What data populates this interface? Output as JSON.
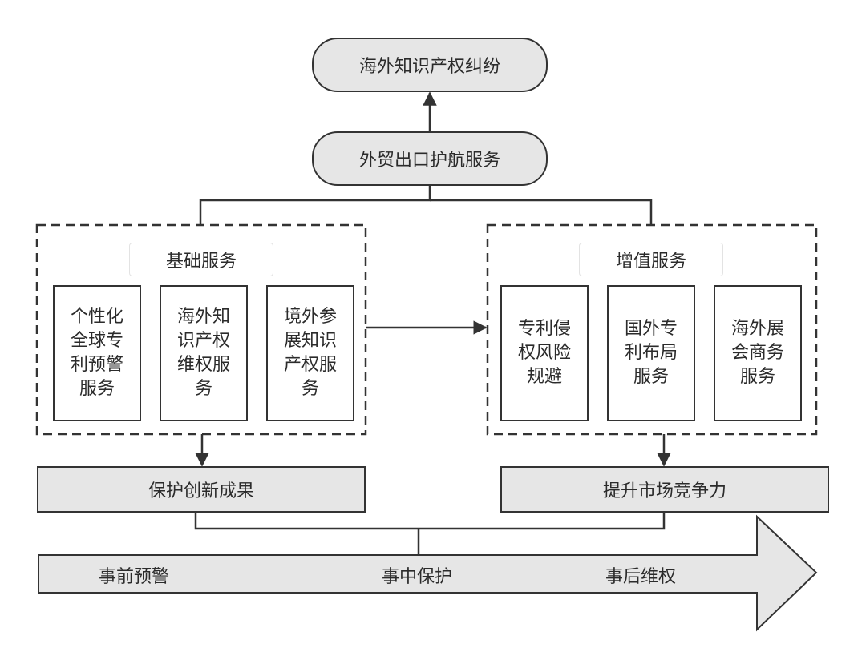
{
  "top_node": "海外知识产权纠纷",
  "service_node": "外贸出口护航服务",
  "basic": {
    "title": "基础服务",
    "cards": [
      "个性化全球专利预警服务",
      "海外知识产权维权服务",
      "境外参展知识产权服务"
    ],
    "result": "保护创新成果"
  },
  "value_added": {
    "title": "增值服务",
    "cards": [
      "专利侵权风险规避",
      "国外专利布局服务",
      "海外展会商务服务"
    ],
    "result": "提升市场竞争力"
  },
  "stages": [
    "事前预警",
    "事中保护",
    "事后维权"
  ]
}
